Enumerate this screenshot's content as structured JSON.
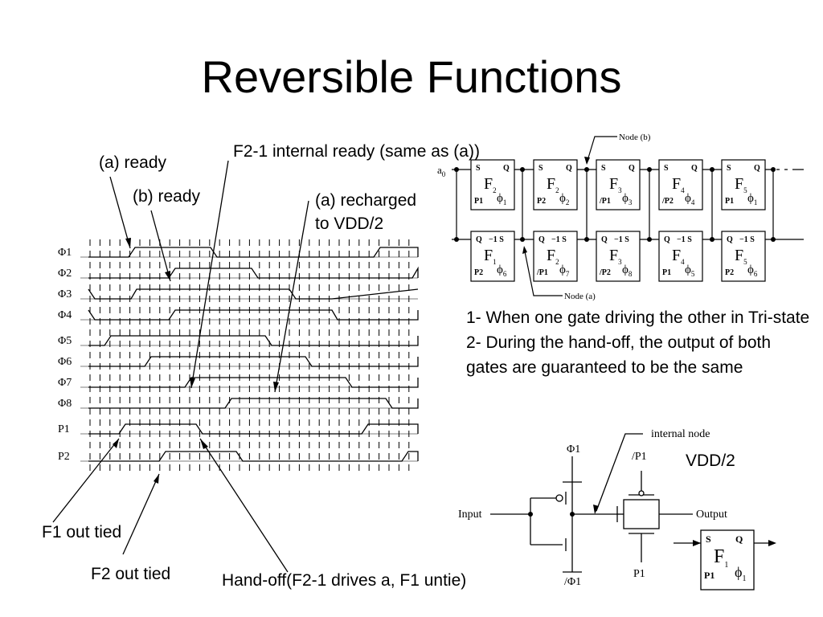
{
  "title": "Reversible Functions",
  "labels": {
    "a_ready": "(a) ready",
    "b_ready": "(b) ready",
    "f21_ready": "F2-1 internal ready (same as (a))",
    "a_recharged_1": "(a) recharged",
    "a_recharged_2": "to VDD/2",
    "f1_out_tied": "F1 out tied",
    "f2_out_tied": "F2 out tied",
    "hand_off": "Hand-off(F2-1 drives a, F1 untie)",
    "vdd2": "VDD/2"
  },
  "notes": [
    "1- When one gate driving the other in Tri-state",
    "2- During the hand-off, the output of both gates are guaranteed to be the same"
  ],
  "timing": {
    "signals": [
      "Φ1",
      "Φ2",
      "Φ3",
      "Φ4",
      "Φ5",
      "Φ6",
      "Φ7",
      "Φ8",
      "P1",
      "P2"
    ]
  },
  "pipeline": {
    "node_b": "Node (b)",
    "node_a": "Node (a)",
    "input": "a",
    "input_sub": "0",
    "top": [
      {
        "f": "F",
        "fs": "2",
        "phi": "ϕ",
        "ps": "1",
        "clk": "P1",
        "mark": "1"
      },
      {
        "f": "F",
        "fs": "2",
        "phi": "ϕ",
        "ps": "2",
        "clk": "P2",
        "mark": "2"
      },
      {
        "f": "F",
        "fs": "3",
        "phi": "ϕ",
        "ps": "3",
        "clk": "/P1",
        "mark": "3"
      },
      {
        "f": "F",
        "fs": "4",
        "phi": "ϕ",
        "ps": "4",
        "clk": "/P2",
        "mark": "4"
      },
      {
        "f": "F",
        "fs": "5",
        "phi": "ϕ",
        "ps": "1",
        "clk": "P1",
        "mark": "5"
      }
    ],
    "bottom": [
      {
        "f": "F",
        "fs": "1",
        "phi": "ϕ",
        "ps": "6",
        "clk": "P2"
      },
      {
        "f": "F",
        "fs": "2",
        "phi": "ϕ",
        "ps": "7",
        "clk": "/P1"
      },
      {
        "f": "F",
        "fs": "3",
        "phi": "ϕ",
        "ps": "8",
        "clk": "/P2"
      },
      {
        "f": "F",
        "fs": "4",
        "phi": "ϕ",
        "ps": "5",
        "clk": "P1"
      },
      {
        "f": "F",
        "fs": "5",
        "phi": "ϕ",
        "ps": "6",
        "clk": "P2"
      }
    ]
  },
  "circuit": {
    "internal_node": "internal node",
    "phi1": "Φ1",
    "nphi1": "/Φ1",
    "np1": "/P1",
    "p1": "P1",
    "input": "Input",
    "output": "Output"
  },
  "gate": {
    "s": "S",
    "q": "Q",
    "f": "F",
    "fs": "1",
    "phi": "ϕ",
    "ps": "1",
    "clk": "P1"
  }
}
